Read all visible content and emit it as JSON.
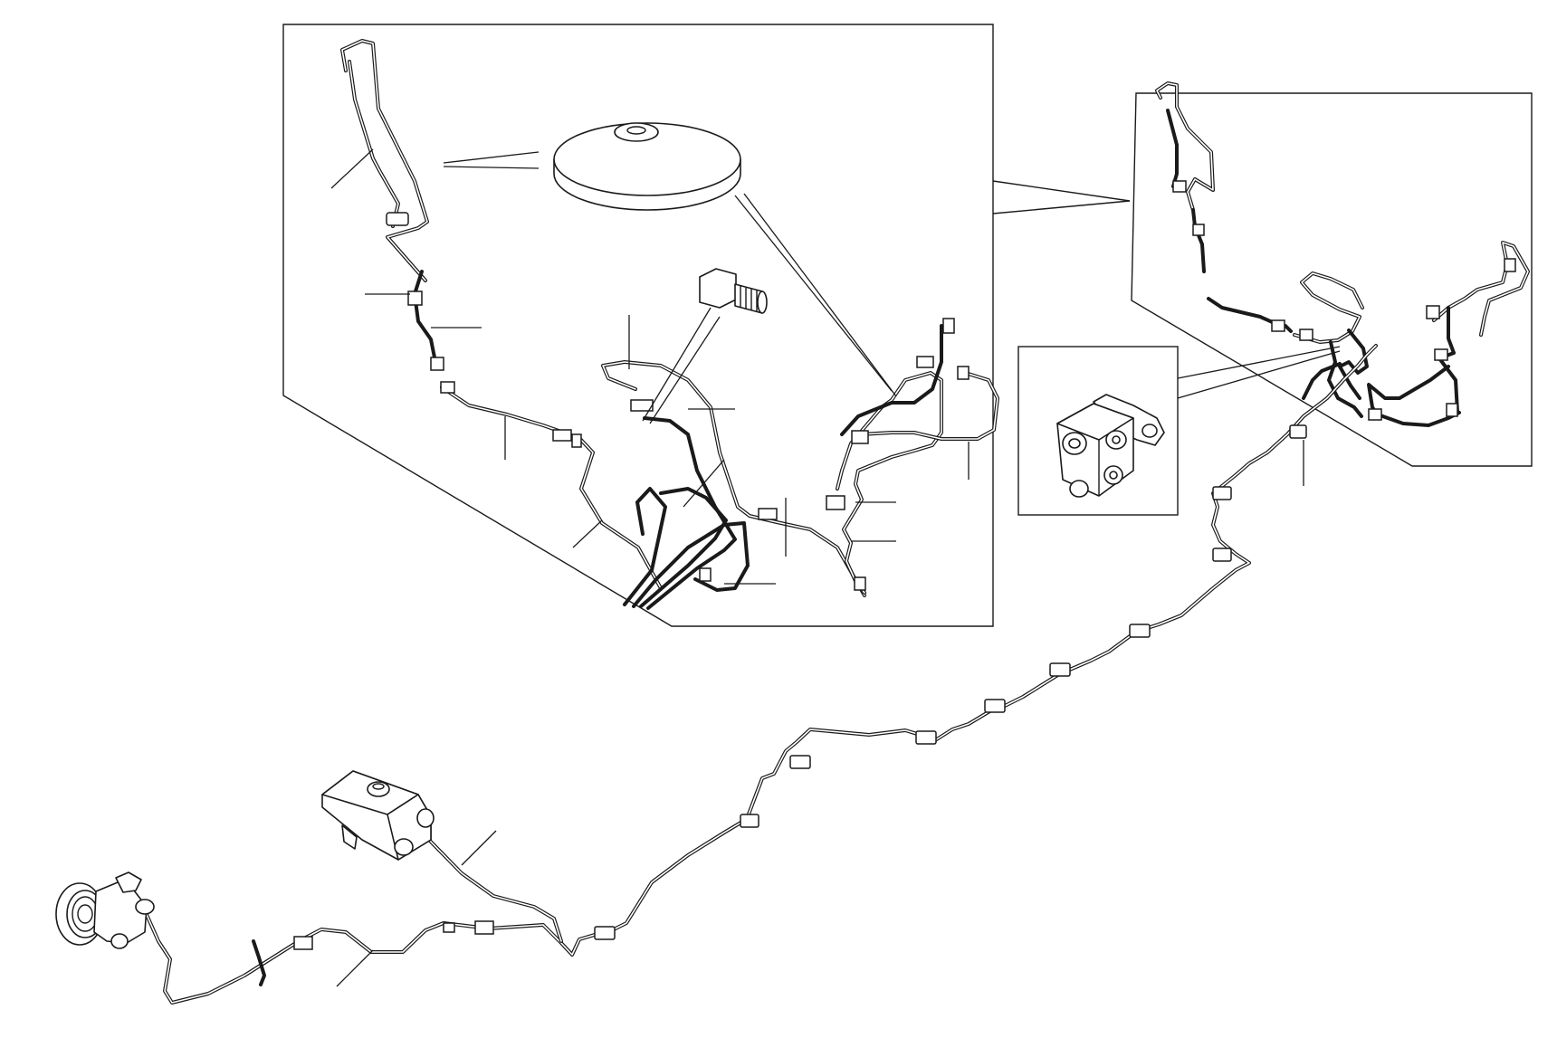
{
  "diagram": {
    "kind": "exploded parts illustration",
    "colors": {
      "line": "#1a1a1a",
      "background": "#ffffff"
    },
    "parts": [
      "power-steering-pump",
      "steering-gear-box",
      "main-supply-pipe",
      "reservoir-cap",
      "adapter-fitting",
      "distribution-valve"
    ],
    "insets": [
      "detail-inset-left",
      "detail-inset-right",
      "detail-inset-valve"
    ]
  }
}
